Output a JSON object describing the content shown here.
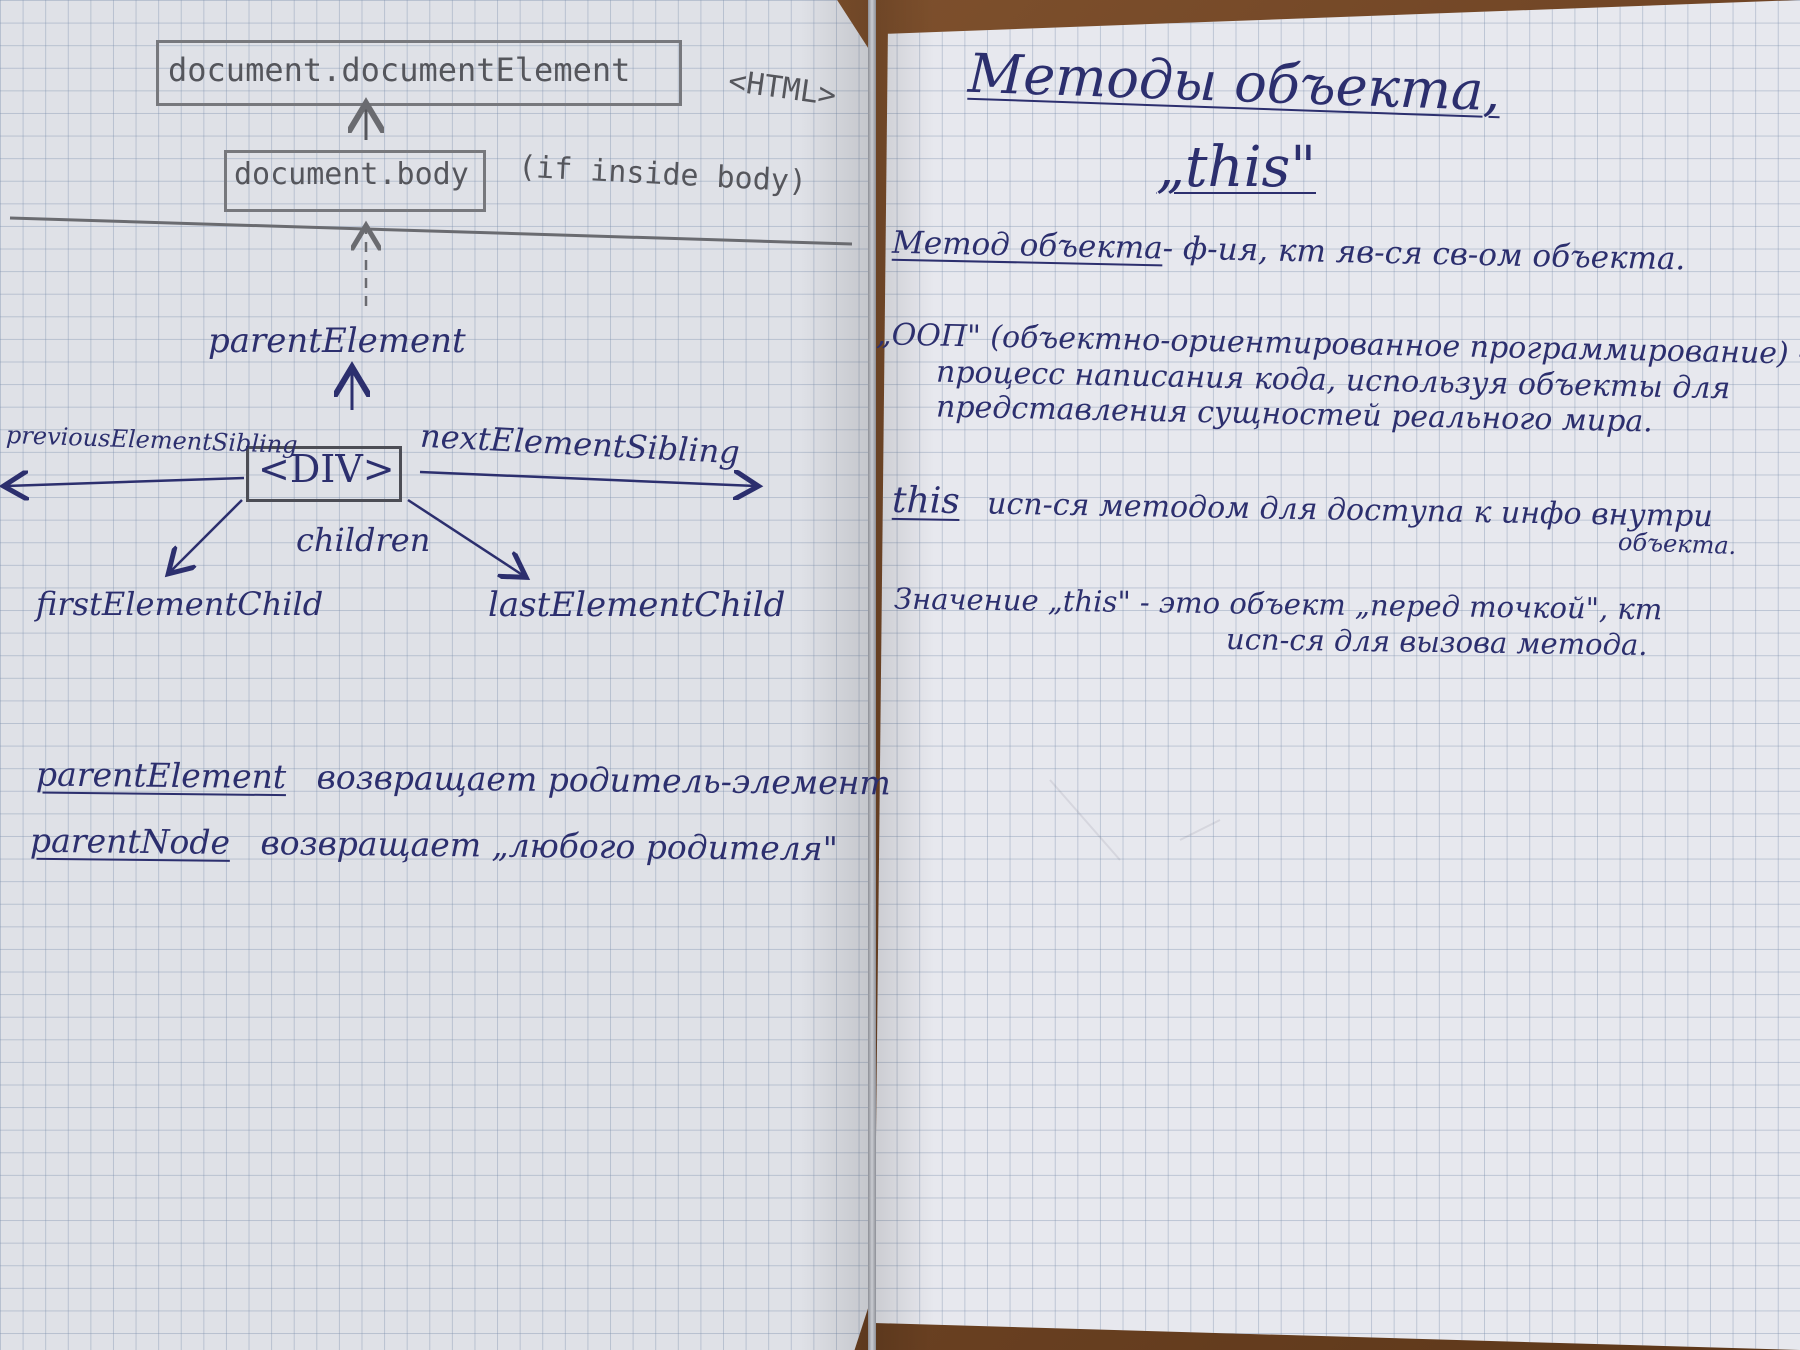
{
  "left_page": {
    "diagram": {
      "root_label": "document.documentElement",
      "html_tag": "<HTML>",
      "body_label": "document.body",
      "body_note": "(if inside body)",
      "parent_label": "parentElement",
      "node_label": "<DIV>",
      "prev_label": "previousElementSibling",
      "next_label": "nextElementSibling",
      "children_label": "children",
      "first_label": "firstElementChild",
      "last_label": "lastElementChild"
    },
    "notes": [
      {
        "term": "parentElement",
        "text": "возвращает родитель-элемент"
      },
      {
        "term": "parentNode",
        "text": "возвращает „любого родителя\""
      }
    ]
  },
  "right_page": {
    "title_line1": "Методы объекта,",
    "title_line2": "„this\"",
    "paragraphs": [
      {
        "term": "Метод объекта",
        "text": "- ф-ия, кт яв-ся св-ом объекта."
      },
      {
        "line1": "„ООП\" (объектно-ориентированное программирование) -",
        "line2": "процесс написания кода, используя объекты для",
        "line3": "представления сущностей реального мира."
      },
      {
        "term": "this",
        "line1": "исп-ся методом для доступа к инфо внутри",
        "line2": "объекта."
      },
      {
        "line1": "Значение „this\" - это объект „перед точкой\", кт",
        "line2": "исп-ся для вызова метода."
      }
    ]
  }
}
